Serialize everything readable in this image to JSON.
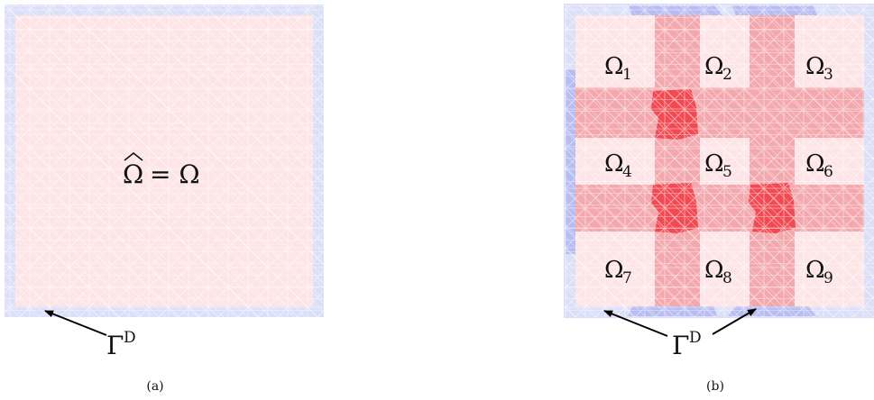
{
  "panel_a": {
    "domain_hat": "Ω",
    "domain_eq": "= Ω",
    "boundary_base": "Γ",
    "boundary_sup": "D",
    "caption": "(a)"
  },
  "panel_b": {
    "subdomains": [
      {
        "base": "Ω",
        "sub": "1"
      },
      {
        "base": "Ω",
        "sub": "2"
      },
      {
        "base": "Ω",
        "sub": "3"
      },
      {
        "base": "Ω",
        "sub": "4"
      },
      {
        "base": "Ω",
        "sub": "5"
      },
      {
        "base": "Ω",
        "sub": "6"
      },
      {
        "base": "Ω",
        "sub": "7"
      },
      {
        "base": "Ω",
        "sub": "8"
      },
      {
        "base": "Ω",
        "sub": "9"
      }
    ],
    "boundary_base": "Γ",
    "boundary_sup": "D",
    "caption": "(b)"
  },
  "colors": {
    "interior": "#fde4e6",
    "boundary_band": "#dcdff8",
    "boundary_strong": "#b7bcf1",
    "overlap_one": "#f3a8ae",
    "overlap_two": "#f24a52",
    "mesh_line": "#ffffff",
    "arrow": "#000000"
  }
}
